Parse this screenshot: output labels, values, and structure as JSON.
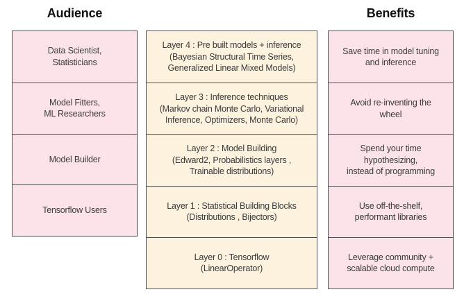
{
  "headers": {
    "audience": "Audience",
    "benefits": "Benefits"
  },
  "audience": {
    "items": [
      "Data Scientist,\nStatisticians",
      "Model  Fitters,\nML Researchers",
      "Model Builder",
      "Tensorflow Users"
    ]
  },
  "layers": {
    "items": [
      "Layer 4 : Pre built models +  inference\n(Bayesian Structural Time Series,\nGeneralized Linear Mixed Models)",
      "Layer 3 : Inference techniques\n(Markov chain Monte Carlo, Variational\nInference, Optimizers, Monte Carlo)",
      "Layer 2 : Model Building\n(Edward2, Probabilistics layers ,\nTrainable distributions)",
      "Layer 1 : Statistical Building Blocks\n(Distributions , Bijectors)",
      "Layer 0 : Tensorflow\n(LinearOperator)"
    ]
  },
  "benefits": {
    "items": [
      "Save time in model tuning\nand inference",
      "Avoid re-inventing the\nwheel",
      "Spend your time\nhypothesizing,\ninstead of programming",
      "Use off-the-shelf,\nperformant libraries",
      "Leverage community +\nscalable cloud compute"
    ]
  },
  "colors": {
    "audience_fill": "#fce3e9",
    "layers_fill": "#fcf2de",
    "border": "#4d4d4d",
    "text": "#3b3b3b",
    "header_text": "#111111",
    "background": "#ffffff"
  }
}
